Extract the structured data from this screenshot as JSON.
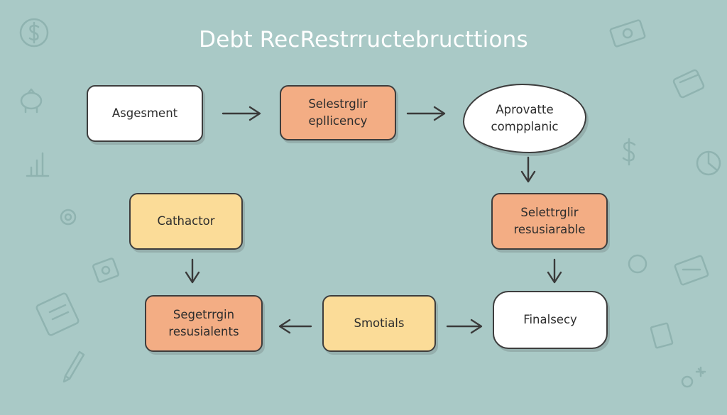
{
  "title": "Debt RecRestrructebructtions",
  "nodes": {
    "assessment": "Asgesment",
    "selection_efficiency": "Selestrglir\nepllicency",
    "approval": "Aprovatte\ncompplanic",
    "catalyst": "Cathactor",
    "selection_resolvable": "Selettrglir\nresusiarable",
    "segregation": "Segetrrgin\nresusialents",
    "smotials": "Smotials",
    "finalsecy": "Finalsecy"
  },
  "colors": {
    "background": "#a9c9c6",
    "white_node": "#ffffff",
    "orange_node": "#f3ad84",
    "yellow_node": "#fbdc98",
    "outline": "#3d3d3d"
  },
  "background_icons": [
    "dollar-coin-icon",
    "banknote-icon",
    "piggy-bank-icon",
    "bar-chart-icon",
    "dollar-sign-icon",
    "pie-chart-icon",
    "document-icon",
    "pencil-icon",
    "gear-icon",
    "card-icon"
  ]
}
